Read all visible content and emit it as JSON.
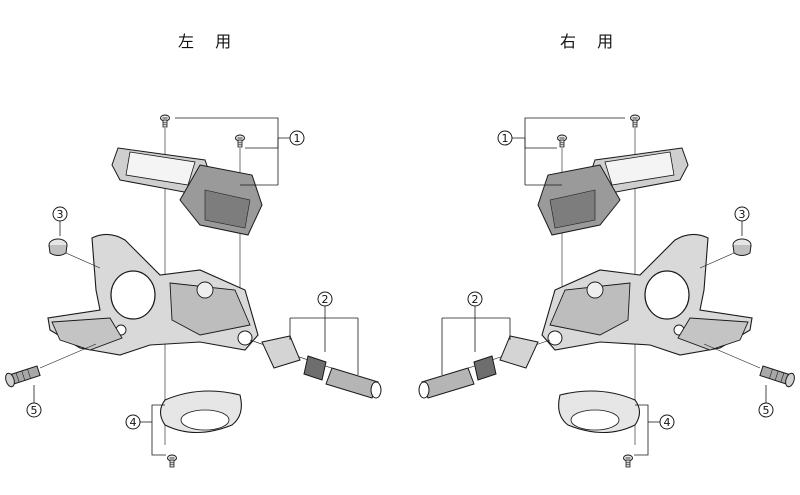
{
  "headings": {
    "left": "左 用",
    "right": "右 用"
  },
  "callouts": [
    "1",
    "2",
    "3",
    "4",
    "5"
  ],
  "colors": {
    "ink": "#1a1a1a",
    "part_fill": "#f2f2f2",
    "part_shade": "#bdbdbd",
    "part_dark": "#8a8a8a",
    "background": "#ffffff"
  },
  "icons": [
    "left-hand-shifter-illustration",
    "right-hand-shifter-illustration"
  ]
}
